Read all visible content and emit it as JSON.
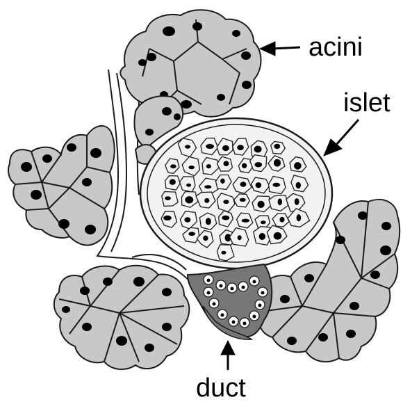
{
  "labels": {
    "acini": "acini",
    "islet": "islet",
    "duct": "duct"
  },
  "colors": {
    "acinar_cell_fill": "#c8c8c8",
    "islet_cell_fill": "#f2f2f2",
    "duct_wall_fill": "#777777",
    "nucleus": "#000000",
    "outline": "#1a1a1a"
  }
}
